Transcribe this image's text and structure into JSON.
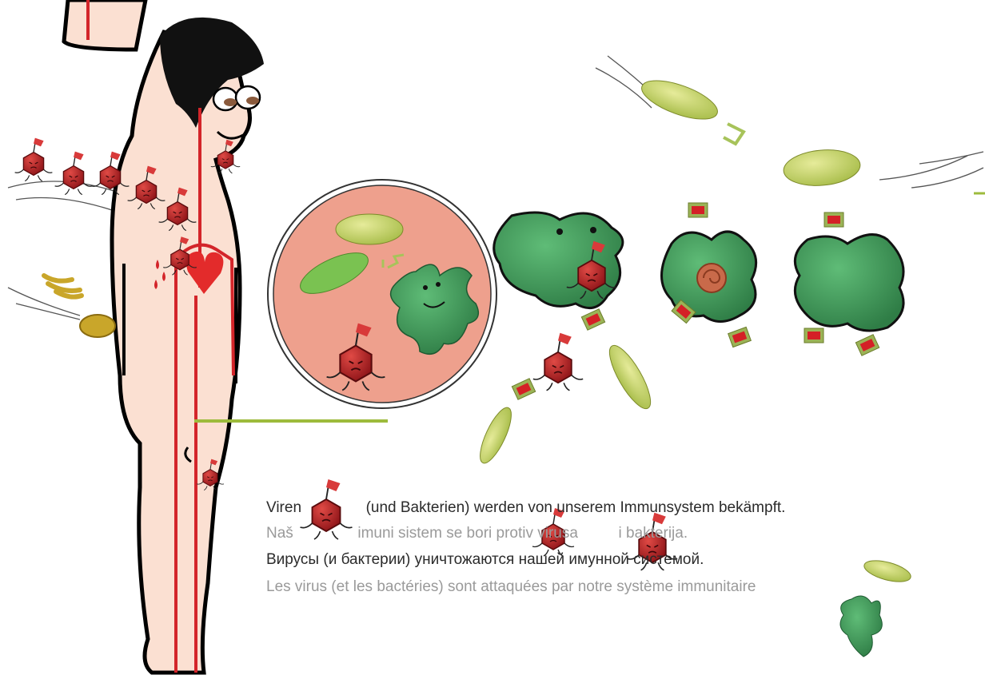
{
  "captions": {
    "de_before": "Viren",
    "de_after": "(und Bakterien) werden von unserem Immunsystem bekämpft.",
    "bs_before": "Naš",
    "bs_middle": "imuni sistem se bori protiv virusa",
    "bs_after": "i bakterija.",
    "ru": "Вирусы (и бактерии) уничтожаются нашей имунной системой.",
    "fr": "Les virus (et les bactéries) sont attaquées par notre système immunitaire"
  },
  "colors": {
    "skin": "#fbe0d2",
    "outline": "#000000",
    "blood_line": "#d3252a",
    "heart": "#e32b2b",
    "virus": "#c8252b",
    "virus_flag": "#d83a3a",
    "macrophage": "#3f9a5b",
    "antibody_cell": "#c9d86a",
    "antibody": "#a7c35a",
    "pointer_line": "#9dbb3c",
    "circle_bg": "#eea08d",
    "bacteria": "#c9a62a"
  },
  "icons": [
    "person-figure",
    "heart-icon",
    "virus-icon",
    "macrophage-icon",
    "antibody-cell-icon",
    "bacteria-icon"
  ]
}
